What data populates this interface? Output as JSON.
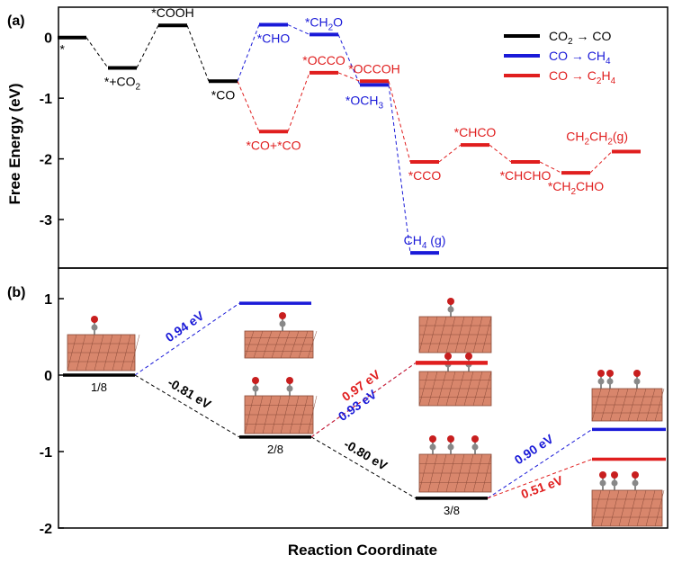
{
  "colors": {
    "black": "#000000",
    "blue": "#1a1ad8",
    "red": "#e01e1e",
    "copper": "#d8866c",
    "copper_dark": "#8a4a38"
  },
  "xlabel": "Reaction Coordinate",
  "chart_data": [
    {
      "type": "line",
      "panel": "(a)",
      "ylabel": "Free Energy (eV)",
      "ylim": [
        -3.8,
        0.5
      ],
      "yticks": [
        0,
        -1,
        -2,
        -3
      ],
      "grid": false,
      "legend_position": "top-right",
      "legend": [
        {
          "color": "black",
          "parts": [
            [
              "CO",
              ""
            ],
            [
              "2",
              "sub"
            ],
            [
              " → CO",
              ""
            ]
          ]
        },
        {
          "color": "blue",
          "parts": [
            [
              "CO → CH",
              ""
            ],
            [
              "4",
              "sub"
            ]
          ]
        },
        {
          "color": "red",
          "parts": [
            [
              "CO → C",
              ""
            ],
            [
              "2",
              "sub"
            ],
            [
              "H",
              ""
            ],
            [
              "4",
              "sub"
            ]
          ]
        }
      ],
      "levels": [
        {
          "id": "s0",
          "x": 0,
          "y": 0.0,
          "color": "black",
          "label": [
            [
              "*",
              ""
            ]
          ],
          "label_pos": "below-left"
        },
        {
          "id": "s1",
          "x": 1,
          "y": -0.5,
          "color": "black",
          "label": [
            [
              "*+CO",
              ""
            ],
            [
              "2",
              "sub"
            ]
          ],
          "label_pos": "below"
        },
        {
          "id": "s2",
          "x": 2,
          "y": 0.2,
          "color": "black",
          "label": [
            [
              "*COOH",
              ""
            ]
          ],
          "label_pos": "above"
        },
        {
          "id": "s3",
          "x": 3,
          "y": -0.72,
          "color": "black",
          "label": [
            [
              "*CO",
              ""
            ]
          ],
          "label_pos": "below"
        },
        {
          "id": "b4",
          "x": 4,
          "y": 0.21,
          "color": "blue",
          "label": [
            [
              "*CHO",
              ""
            ]
          ],
          "label_pos": "below"
        },
        {
          "id": "b5",
          "x": 5,
          "y": 0.05,
          "color": "blue",
          "label": [
            [
              "*CH",
              ""
            ],
            [
              "2",
              "sub"
            ],
            [
              "O",
              ""
            ]
          ],
          "label_pos": "above"
        },
        {
          "id": "b6",
          "x": 6,
          "y": -0.78,
          "color": "blue",
          "label": [
            [
              "*OCH",
              ""
            ],
            [
              "3",
              "sub"
            ]
          ],
          "label_pos": "below-left"
        },
        {
          "id": "b7",
          "x": 7,
          "y": -3.55,
          "color": "blue",
          "label": [
            [
              "CH",
              ""
            ],
            [
              "4",
              "sub"
            ],
            [
              " (g)",
              ""
            ]
          ],
          "label_pos": "above"
        },
        {
          "id": "r4",
          "x": 4,
          "y": -1.55,
          "color": "red",
          "label": [
            [
              "*CO+*CO",
              ""
            ]
          ],
          "label_pos": "below"
        },
        {
          "id": "r5",
          "x": 5,
          "y": -0.58,
          "color": "red",
          "label": [
            [
              "*OCCO",
              ""
            ]
          ],
          "label_pos": "above"
        },
        {
          "id": "r6",
          "x": 6,
          "y": -0.72,
          "color": "red",
          "label": [
            [
              "*OCCOH",
              ""
            ]
          ],
          "label_pos": "above"
        },
        {
          "id": "r7",
          "x": 7,
          "y": -2.05,
          "color": "red",
          "label": [
            [
              "*CCO",
              ""
            ]
          ],
          "label_pos": "below"
        },
        {
          "id": "r8",
          "x": 8,
          "y": -1.77,
          "color": "red",
          "label": [
            [
              "*CHCO",
              ""
            ]
          ],
          "label_pos": "above"
        },
        {
          "id": "r9",
          "x": 9,
          "y": -2.05,
          "color": "red",
          "label": [
            [
              "*CHCHO",
              ""
            ]
          ],
          "label_pos": "below"
        },
        {
          "id": "r10",
          "x": 10,
          "y": -2.23,
          "color": "red",
          "label": [
            [
              "*CH",
              ""
            ],
            [
              "2",
              "sub"
            ],
            [
              "CHO",
              ""
            ]
          ],
          "label_pos": "below"
        },
        {
          "id": "r11",
          "x": 11,
          "y": -1.88,
          "color": "red",
          "label": [
            [
              "CH",
              ""
            ],
            [
              "2",
              "sub"
            ],
            [
              "CH",
              ""
            ],
            [
              "2",
              "sub"
            ],
            [
              "(g)",
              ""
            ]
          ],
          "label_pos": "above-left"
        }
      ],
      "links": [
        [
          "s0",
          "s1",
          "black"
        ],
        [
          "s1",
          "s2",
          "black"
        ],
        [
          "s2",
          "s3",
          "black"
        ],
        [
          "s3",
          "b4",
          "blue"
        ],
        [
          "b4",
          "b5",
          "blue"
        ],
        [
          "b5",
          "b6",
          "blue"
        ],
        [
          "b6",
          "b7",
          "blue"
        ],
        [
          "s3",
          "r4",
          "red"
        ],
        [
          "r4",
          "r5",
          "red"
        ],
        [
          "r5",
          "r6",
          "red"
        ],
        [
          "r6",
          "r7",
          "red"
        ],
        [
          "r7",
          "r8",
          "red"
        ],
        [
          "r8",
          "r9",
          "red"
        ],
        [
          "r9",
          "r10",
          "red"
        ],
        [
          "r10",
          "r11",
          "red"
        ]
      ]
    },
    {
      "type": "line",
      "panel": "(b)",
      "ylim": [
        -2.0,
        1.4
      ],
      "yticks": [
        1,
        0,
        -1,
        -2
      ],
      "grid": false,
      "levels": [
        {
          "id": "c1",
          "x": 0,
          "y": 0.0,
          "color": "black",
          "label": [
            [
              "1/8",
              ""
            ]
          ]
        },
        {
          "id": "c2",
          "x": 1,
          "y": -0.81,
          "color": "black",
          "label": [
            [
              "2/8",
              ""
            ]
          ]
        },
        {
          "id": "c3",
          "x": 2,
          "y": -1.61,
          "color": "black",
          "label": [
            [
              "3/8",
              ""
            ]
          ]
        },
        {
          "id": "u1",
          "x": 1,
          "y": 0.94,
          "color": "blue",
          "label": []
        },
        {
          "id": "u2",
          "x": 2,
          "y": 0.16,
          "color": "blue",
          "label": []
        },
        {
          "id": "u3",
          "x": 3,
          "y": -0.71,
          "color": "blue",
          "label": []
        },
        {
          "id": "e2",
          "x": 2,
          "y": 0.16,
          "color": "red",
          "label": []
        },
        {
          "id": "e3",
          "x": 3,
          "y": -1.1,
          "color": "red",
          "label": []
        }
      ],
      "links": [
        [
          "c1",
          "u1",
          "blue"
        ],
        [
          "c1",
          "c2",
          "black"
        ],
        [
          "c2",
          "c3",
          "black"
        ],
        [
          "c2",
          "u2",
          "blue"
        ],
        [
          "c2",
          "e2",
          "red"
        ],
        [
          "c3",
          "u3",
          "blue"
        ],
        [
          "c3",
          "e3",
          "red"
        ]
      ],
      "annotations": [
        {
          "text": "0.94 eV",
          "color": "blue",
          "link": 0
        },
        {
          "text": "-0.81 eV",
          "color": "black",
          "link": 1
        },
        {
          "text": "-0.80 eV",
          "color": "black",
          "link": 2
        },
        {
          "text": "0.93 eV",
          "color": "blue",
          "link": 3
        },
        {
          "text": "0.97 eV",
          "color": "red",
          "link": 4
        },
        {
          "text": "0.90 eV",
          "color": "blue",
          "link": 5
        },
        {
          "text": "0.51 eV",
          "color": "red",
          "link": 6
        }
      ]
    }
  ]
}
